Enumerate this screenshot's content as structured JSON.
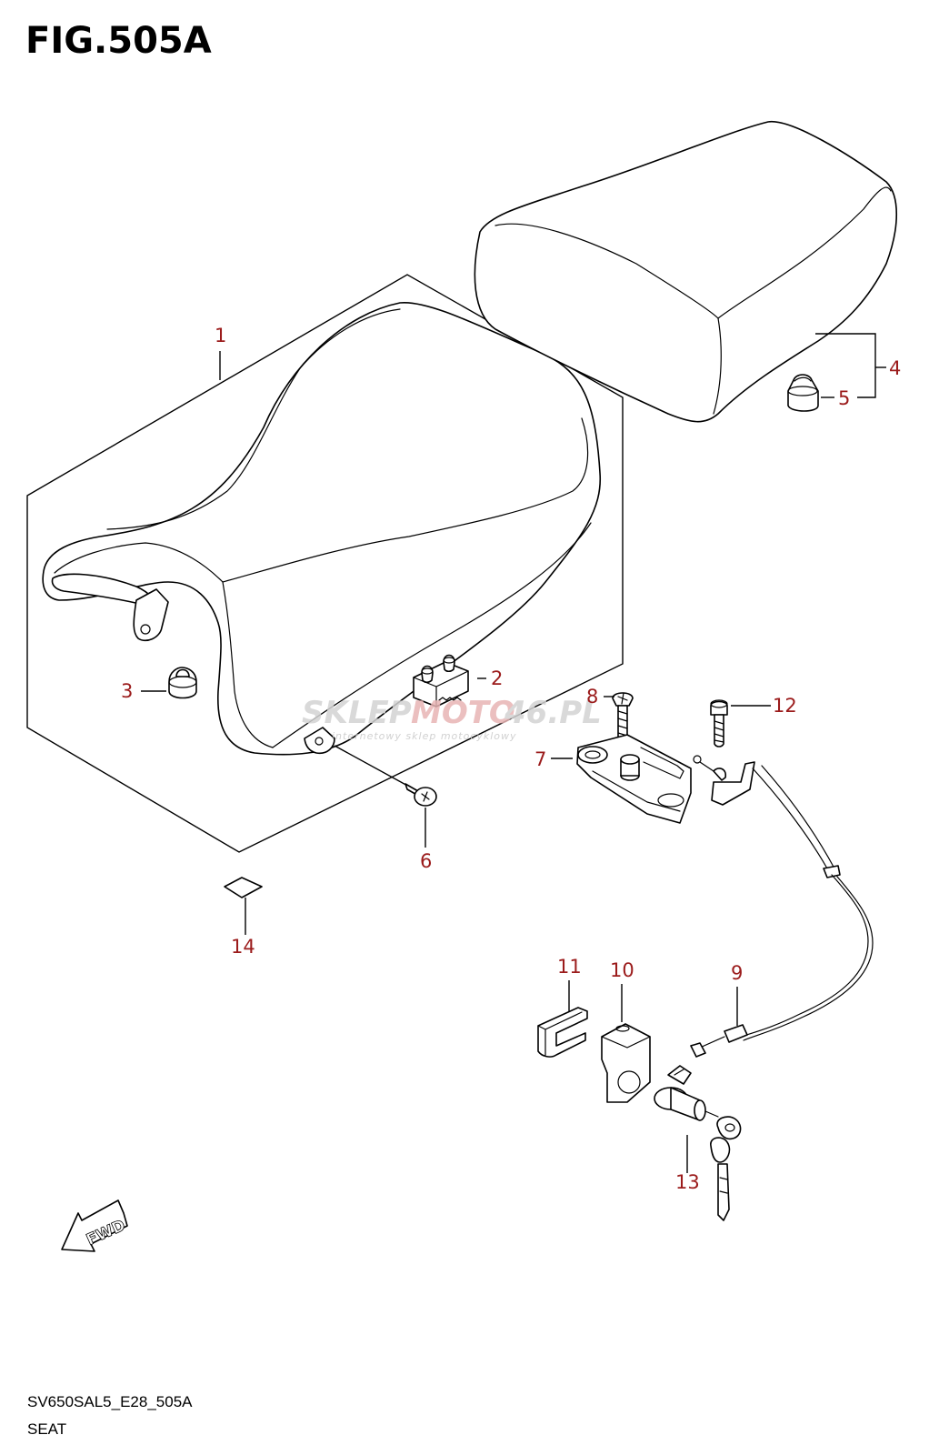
{
  "figure": {
    "title": "FIG.505A",
    "code": "SV650SAL5_E28_505A",
    "name": "SEAT"
  },
  "callouts": [
    "1",
    "2",
    "3",
    "4",
    "5",
    "6",
    "7",
    "8",
    "9",
    "10",
    "11",
    "12",
    "13",
    "14"
  ],
  "direction_marker": "FWD",
  "watermark": {
    "brand_a": "SKLEP",
    "brand_b": "MOTO",
    "brand_c": "46.PL",
    "tagline": "internetowy sklep motocyklowy"
  },
  "colors": {
    "label": "#9b1b1b",
    "line": "#000000",
    "watermark_gray": "#c4c4c4",
    "watermark_red": "#e2a0a0"
  }
}
